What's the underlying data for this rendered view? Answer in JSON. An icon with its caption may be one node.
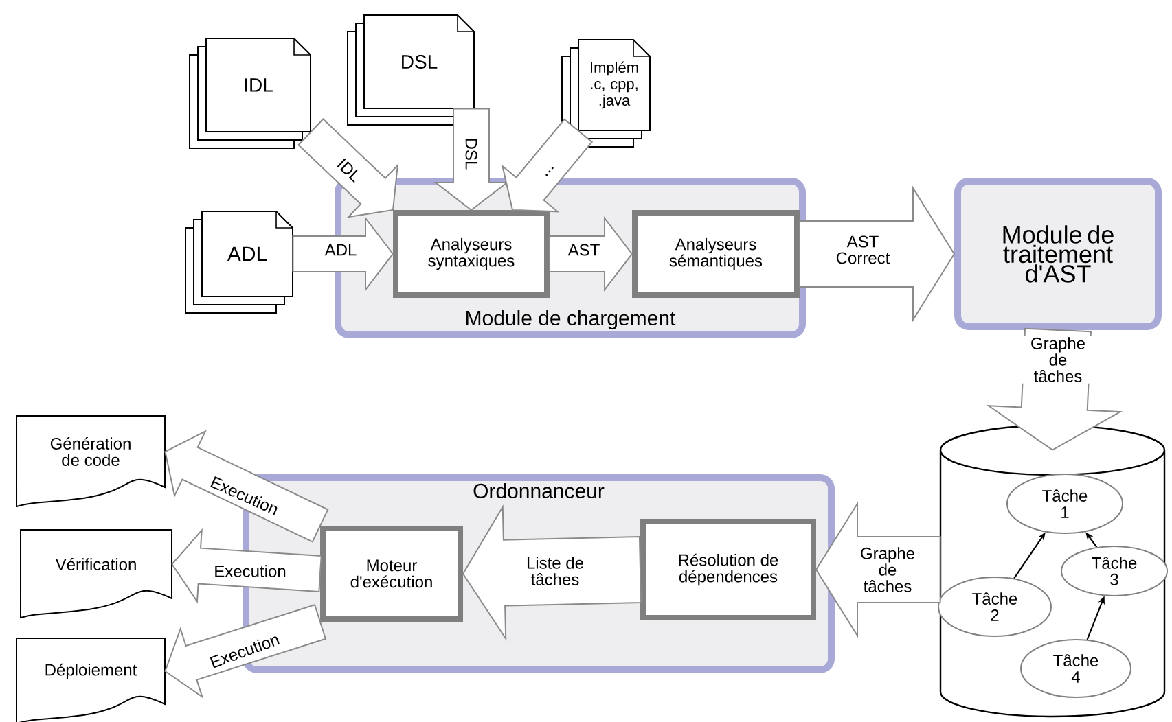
{
  "diagram": {
    "nodes": [
      {
        "text": [
          "IDL"
        ]
      },
      {
        "text": [
          "DSL"
        ]
      },
      {
        "text": [
          "Implém .c, cpp, .java"
        ]
      },
      {
        "text": [
          "ADL"
        ]
      },
      {
        "text": [
          "Module de chargement"
        ]
      },
      {
        "text": [
          "Analyseurs syntaxiques"
        ],
        "in": 4
      },
      {
        "text": [
          "Analyseurs sémantiques"
        ],
        "in": 4
      },
      {
        "text": [
          "Module de traitement d'AST"
        ]
      },
      {
        "text": [],
        "shape": "cylinder"
      },
      {
        "text": [
          "Tâche 1"
        ],
        "in": 8
      },
      {
        "text": [
          "Tâche 2"
        ],
        "in": 8
      },
      {
        "text": [
          "Tâche 3"
        ],
        "in": 8
      },
      {
        "text": [
          "Tâche 4"
        ],
        "in": 8
      },
      {
        "text": [
          "Ordonnanceur"
        ]
      },
      {
        "text": [
          "Moteur d'exécution"
        ],
        "in": 13
      },
      {
        "text": [
          "Résolution de dépendences"
        ],
        "in": 13
      },
      {
        "text": [
          "Génération de code"
        ]
      },
      {
        "text": [
          "Vérification"
        ]
      },
      {
        "text": [
          "Déploiement"
        ]
      }
    ],
    "edges": [
      {
        "from": 0,
        "to": 5,
        "arrow": "to",
        "label": "IDL"
      },
      {
        "from": 1,
        "to": 5,
        "arrow": "to",
        "label": "DSL"
      },
      {
        "from": 2,
        "to": 5,
        "arrow": "to",
        "label": "..."
      },
      {
        "from": 3,
        "to": 5,
        "arrow": "to",
        "label": "ADL"
      },
      {
        "from": 5,
        "to": 6,
        "arrow": "to",
        "label": "AST"
      },
      {
        "from": 6,
        "to": 7,
        "arrow": "to",
        "label": "AST Correct",
        "style": "thick"
      },
      {
        "from": 7,
        "to": 8,
        "arrow": "to",
        "label": "Graphe de tâches",
        "style": "thick"
      },
      {
        "from": 8,
        "to": 15,
        "arrow": "to",
        "label": "Graphe de tâches",
        "style": "thick"
      },
      {
        "from": 15,
        "to": 14,
        "arrow": "to",
        "label": "Liste de tâches",
        "style": "thick"
      },
      {
        "from": 14,
        "to": 16,
        "arrow": "to",
        "label": "Execution"
      },
      {
        "from": 14,
        "to": 17,
        "arrow": "to",
        "label": "Execution"
      },
      {
        "from": 14,
        "to": 18,
        "arrow": "to",
        "label": "Execution"
      },
      {
        "from": 10,
        "to": 9,
        "arrow": "to",
        "color": "#000000"
      },
      {
        "from": 11,
        "to": 9,
        "arrow": "to",
        "color": "#000000"
      },
      {
        "from": 12,
        "to": 11,
        "arrow": "to",
        "color": "#000000"
      }
    ]
  }
}
